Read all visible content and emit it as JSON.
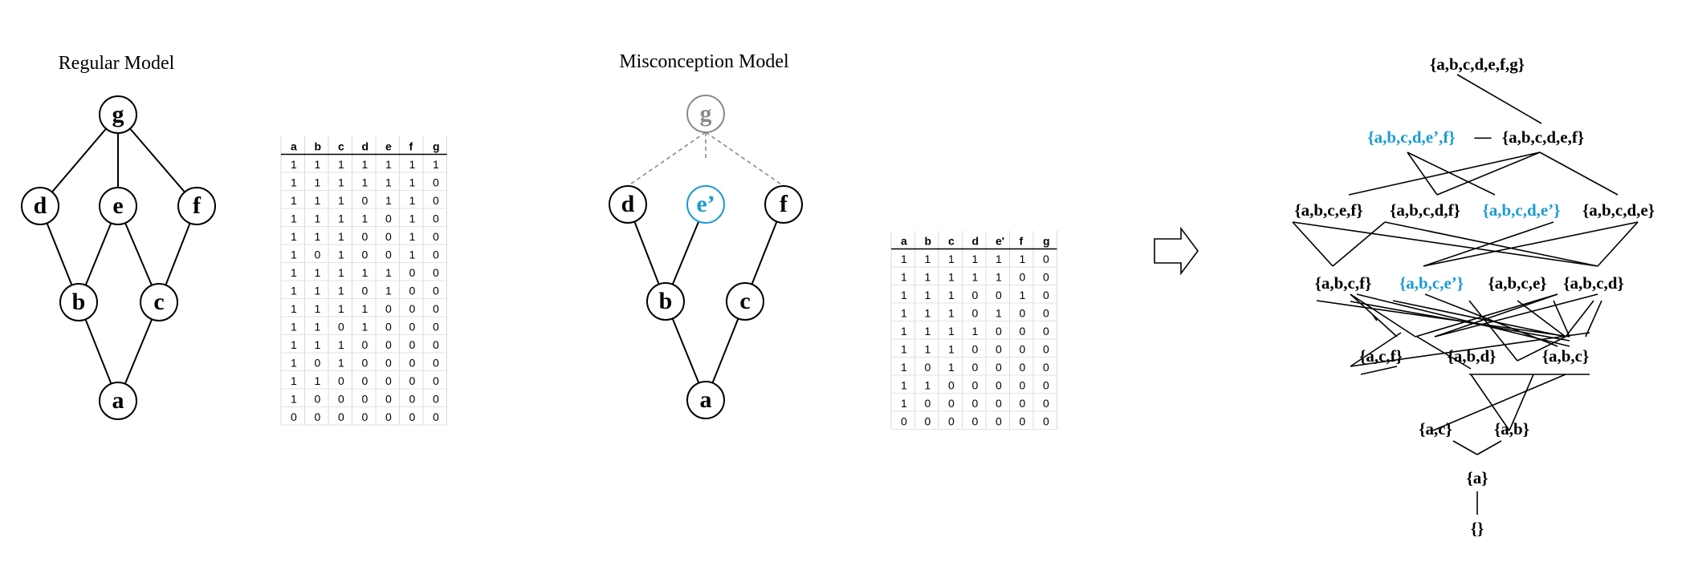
{
  "colors": {
    "ink": "#000000",
    "highlight": "#1a9bd4",
    "faded": "#8a8a8a",
    "grid": "#d9d9d9"
  },
  "regular": {
    "title": "Regular Model",
    "nodes": {
      "g": "g",
      "d": "d",
      "e": "e",
      "f": "f",
      "b": "b",
      "c": "c",
      "a": "a"
    },
    "table": {
      "headers": [
        "a",
        "b",
        "c",
        "d",
        "e",
        "f",
        "g"
      ],
      "rows": [
        [
          "1",
          "1",
          "1",
          "1",
          "1",
          "1",
          "1"
        ],
        [
          "1",
          "1",
          "1",
          "1",
          "1",
          "1",
          "0"
        ],
        [
          "1",
          "1",
          "1",
          "0",
          "1",
          "1",
          "0"
        ],
        [
          "1",
          "1",
          "1",
          "1",
          "0",
          "1",
          "0"
        ],
        [
          "1",
          "1",
          "1",
          "0",
          "0",
          "1",
          "0"
        ],
        [
          "1",
          "0",
          "1",
          "0",
          "0",
          "1",
          "0"
        ],
        [
          "1",
          "1",
          "1",
          "1",
          "1",
          "0",
          "0"
        ],
        [
          "1",
          "1",
          "1",
          "0",
          "1",
          "0",
          "0"
        ],
        [
          "1",
          "1",
          "1",
          "1",
          "0",
          "0",
          "0"
        ],
        [
          "1",
          "1",
          "0",
          "1",
          "0",
          "0",
          "0"
        ],
        [
          "1",
          "1",
          "1",
          "0",
          "0",
          "0",
          "0"
        ],
        [
          "1",
          "0",
          "1",
          "0",
          "0",
          "0",
          "0"
        ],
        [
          "1",
          "1",
          "0",
          "0",
          "0",
          "0",
          "0"
        ],
        [
          "1",
          "0",
          "0",
          "0",
          "0",
          "0",
          "0"
        ],
        [
          "0",
          "0",
          "0",
          "0",
          "0",
          "0",
          "0"
        ]
      ]
    }
  },
  "misconception": {
    "title": "Misconception Model",
    "nodes": {
      "g": "g",
      "d": "d",
      "e": "e’",
      "f": "f",
      "b": "b",
      "c": "c",
      "a": "a"
    },
    "table": {
      "headers": [
        "a",
        "b",
        "c",
        "d",
        "e'",
        "f",
        "g"
      ],
      "rows": [
        [
          "1",
          "1",
          "1",
          "1",
          "1",
          "1",
          "0"
        ],
        [
          "1",
          "1",
          "1",
          "1",
          "1",
          "0",
          "0"
        ],
        [
          "1",
          "1",
          "1",
          "0",
          "0",
          "1",
          "0"
        ],
        [
          "1",
          "1",
          "1",
          "0",
          "1",
          "0",
          "0"
        ],
        [
          "1",
          "1",
          "1",
          "1",
          "0",
          "0",
          "0"
        ],
        [
          "1",
          "1",
          "1",
          "0",
          "0",
          "0",
          "0"
        ],
        [
          "1",
          "0",
          "1",
          "0",
          "0",
          "0",
          "0"
        ],
        [
          "1",
          "1",
          "0",
          "0",
          "0",
          "0",
          "0"
        ],
        [
          "1",
          "0",
          "0",
          "0",
          "0",
          "0",
          "0"
        ],
        [
          "0",
          "0",
          "0",
          "0",
          "0",
          "0",
          "0"
        ]
      ]
    }
  },
  "lattice": {
    "top": "{a,b,c,d,e,f,g}",
    "r1_left": "{a,b,c,d,e’,f}",
    "r1_dash": "—",
    "r1_right": "{a,b,c,d,e,f}",
    "r2": [
      "{a,b,c,e,f}",
      "{a,b,c,d,f}",
      "{a,b,c,d,e’}",
      "{a,b,c,d,e}"
    ],
    "r3": [
      "{a,b,c,f}",
      "{a,b,c,e’}",
      "{a,b,c,e}",
      "{a,b,c,d}"
    ],
    "r4": [
      "{a,c,f}",
      "{a,b,d}",
      "{a,b,c}"
    ],
    "r5": [
      "{a,c}",
      "{a,b}"
    ],
    "r6": "{a}",
    "r7": "{}"
  }
}
